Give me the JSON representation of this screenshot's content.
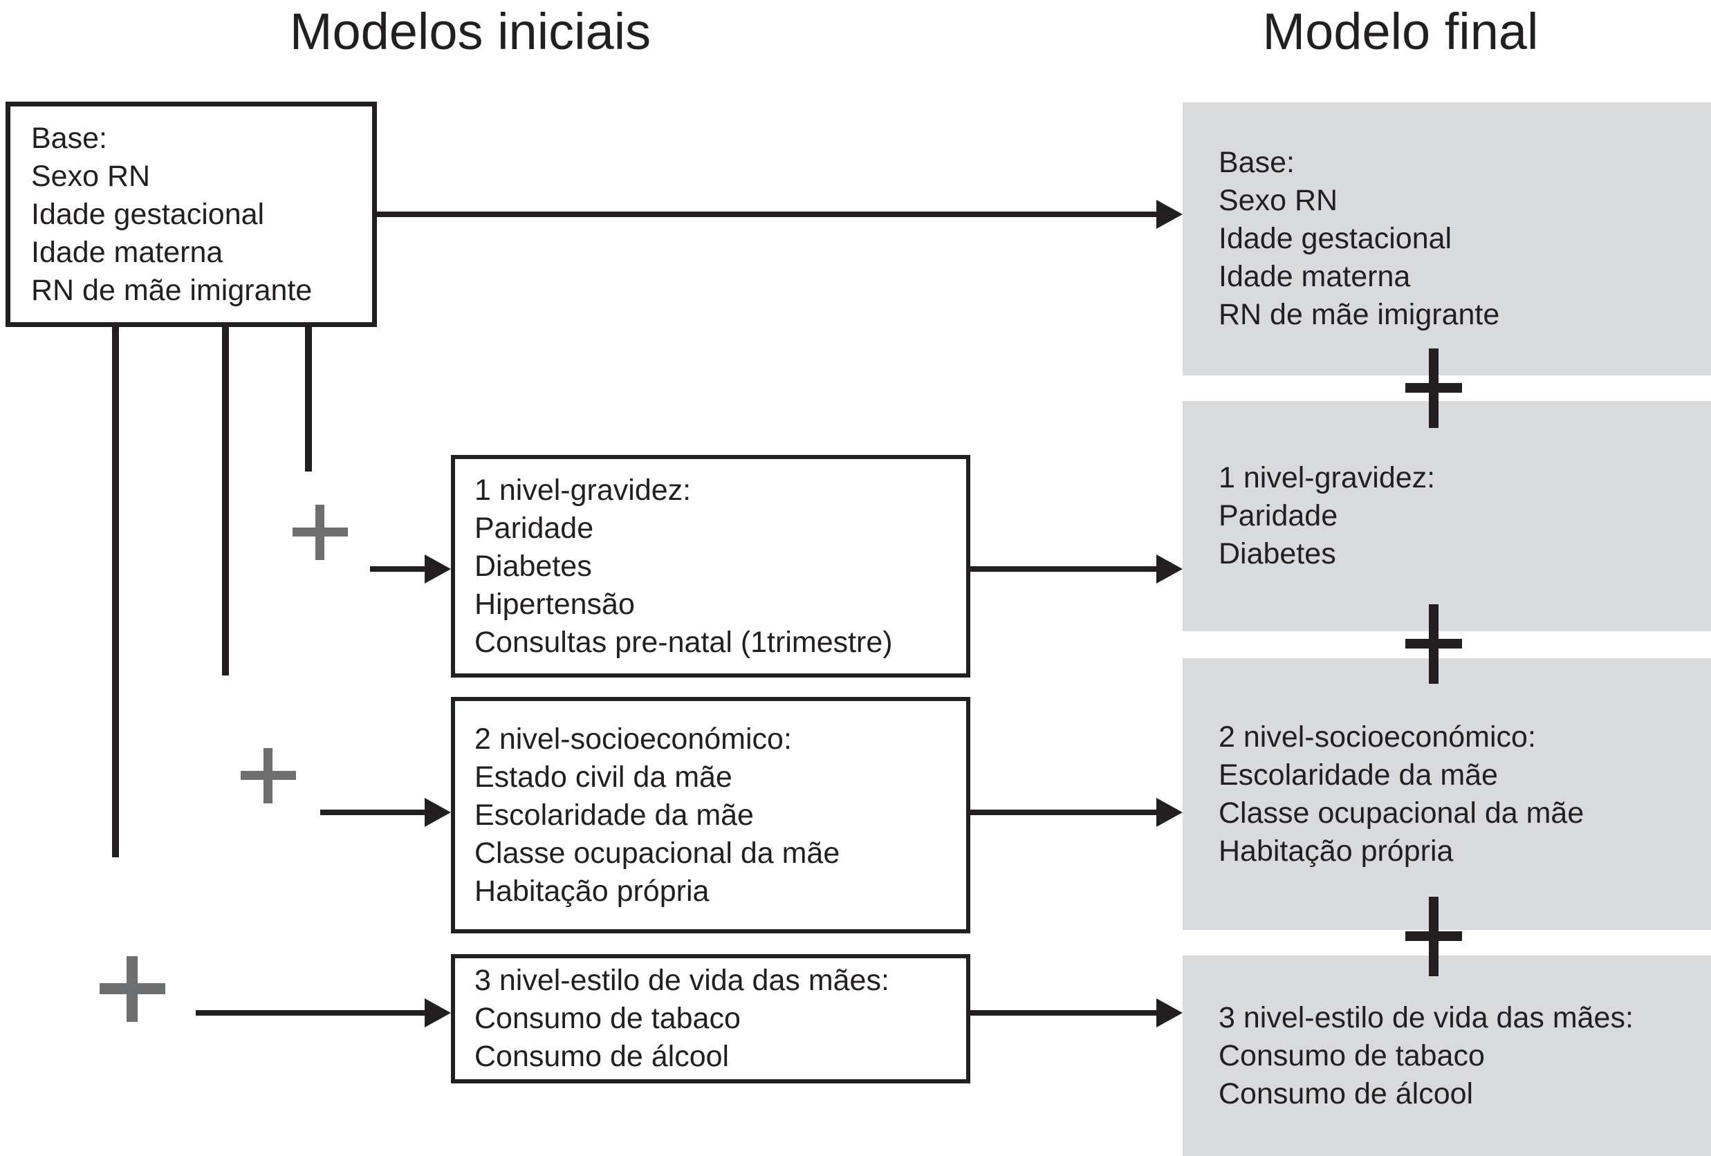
{
  "titles": {
    "initial": "Modelos iniciais",
    "final": "Modelo final"
  },
  "initial_models": {
    "base": {
      "lines": [
        "Base:",
        "Sexo RN",
        "Idade gestacional",
        "Idade materna",
        "RN de mãe imigrante"
      ]
    },
    "level1": {
      "lines": [
        "1 nivel-gravidez:",
        "Paridade",
        "Diabetes",
        "Hipertensão",
        "Consultas pre-natal (1trimestre)"
      ]
    },
    "level2": {
      "lines": [
        "2 nivel-socioeconómico:",
        "Estado civil da mãe",
        "Escolaridade da mãe",
        "Classe ocupacional da mãe",
        "Habitação própria"
      ]
    },
    "level3": {
      "lines": [
        "3 nivel-estilo de vida das mães:",
        "Consumo de tabaco",
        "Consumo de álcool"
      ]
    }
  },
  "final_model": {
    "base": {
      "lines": [
        "Base:",
        "Sexo RN",
        "Idade gestacional",
        "Idade materna",
        "RN de mãe imigrante"
      ]
    },
    "level1": {
      "lines": [
        "1 nivel-gravidez:",
        "Paridade",
        "Diabetes"
      ]
    },
    "level2": {
      "lines": [
        "2 nivel-socioeconómico:",
        "Escolaridade da mãe",
        "Classe ocupacional da mãe",
        "Habitação própria"
      ]
    },
    "level3": {
      "lines": [
        "3 nivel-estilo de vida das mães:",
        "Consumo de tabaco",
        "Consumo de álcool"
      ]
    }
  },
  "connectors": {
    "plus_symbol": "+"
  },
  "colors": {
    "ink": "#231f20",
    "gray_box": "#d9dadb",
    "gray_plus": "#6d6e70",
    "background": "#ffffff"
  }
}
